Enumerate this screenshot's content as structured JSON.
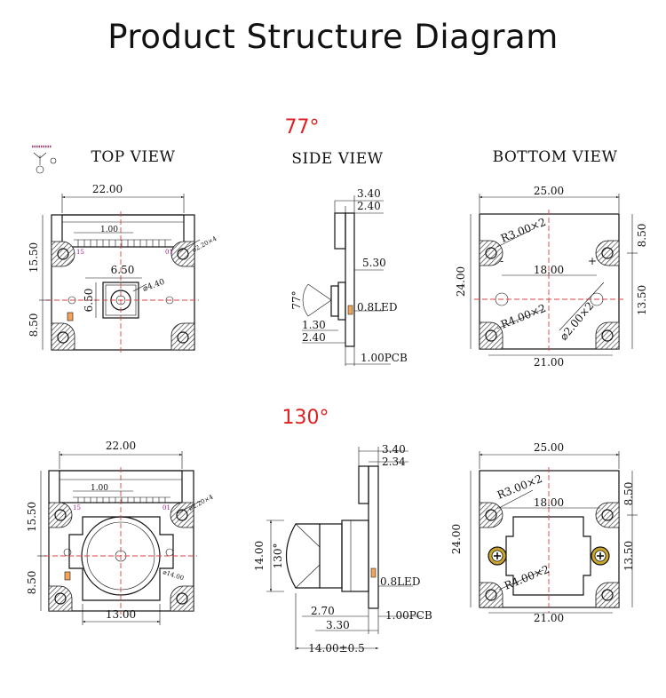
{
  "title": "Product Structure Diagram",
  "sections": [
    "77°",
    "130°"
  ],
  "views": {
    "top": "TOP VIEW",
    "side": "SIDE VIEW",
    "bottom": "BOTTOM VIEW"
  },
  "top77": {
    "width": "22.00",
    "pitch": "1.00",
    "pin_left": "15",
    "pin_right": "01",
    "hole": "⌀2.20×4",
    "h_upper": "15.50",
    "h_lower": "8.50",
    "lens_w": "6.50",
    "lens_h": "6.50",
    "lens_d": "⌀4.40"
  },
  "side77": {
    "d1": "3.40",
    "d2": "2.40",
    "d3": "5.30",
    "angle": "77°",
    "led": "0.8LED",
    "d4": "1.30",
    "d5": "2.40",
    "pcb": "1.00PCB"
  },
  "bottom77": {
    "width": "25.00",
    "radius_top": "R3.00×2",
    "plus": "+",
    "minus": "-",
    "spacing": "18.00",
    "height": "24.00",
    "r_upper": "8.50",
    "r_lower": "13.50",
    "radius_bot": "R4.00×2",
    "diam": "⌀2.00×2",
    "base": "21.00"
  },
  "top130": {
    "width": "22.00",
    "pitch": "1.00",
    "pin_left": "15",
    "pin_right": "01",
    "hole": "⌀2.20×4",
    "h_upper": "15.50",
    "h_lower": "8.50",
    "base": "13.00",
    "lens_d": "⌀14.00"
  },
  "side130": {
    "d1": "3.40",
    "d2": "2.34",
    "height": "14.00",
    "angle": "130°",
    "led": "0.8LED",
    "d3": "2.70",
    "pcb": "1.00PCB",
    "d4": "3.30",
    "total": "14.00±0.5"
  },
  "bottom130": {
    "width": "25.00",
    "radius_top": "R3.00×2",
    "spacing": "18.00",
    "height": "24.00",
    "r_upper": "8.50",
    "r_lower": "13.50",
    "radius_bot": "R4.00×2",
    "base": "21.00"
  }
}
